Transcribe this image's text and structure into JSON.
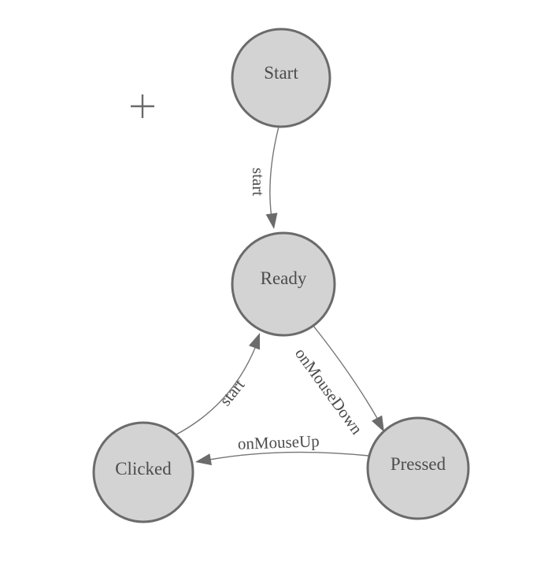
{
  "diagram": {
    "type": "state-machine",
    "nodes": [
      {
        "id": "start",
        "label": "Start"
      },
      {
        "id": "ready",
        "label": "Ready"
      },
      {
        "id": "clicked",
        "label": "Clicked"
      },
      {
        "id": "pressed",
        "label": "Pressed"
      }
    ],
    "edges": [
      {
        "from": "start",
        "to": "ready",
        "label": "start"
      },
      {
        "from": "ready",
        "to": "pressed",
        "label": "onMouseDown"
      },
      {
        "from": "pressed",
        "to": "clicked",
        "label": "onMouseUp"
      },
      {
        "from": "clicked",
        "to": "ready",
        "label": "start"
      }
    ],
    "colors": {
      "background": "#ffffff",
      "node_fill": "#d3d3d3",
      "node_stroke": "#6b6b6b",
      "edge_stroke": "#757575",
      "arrow_fill": "#6b6b6b",
      "label_text": "#4c4c4c",
      "crosshair": "#6a6a6a"
    }
  }
}
